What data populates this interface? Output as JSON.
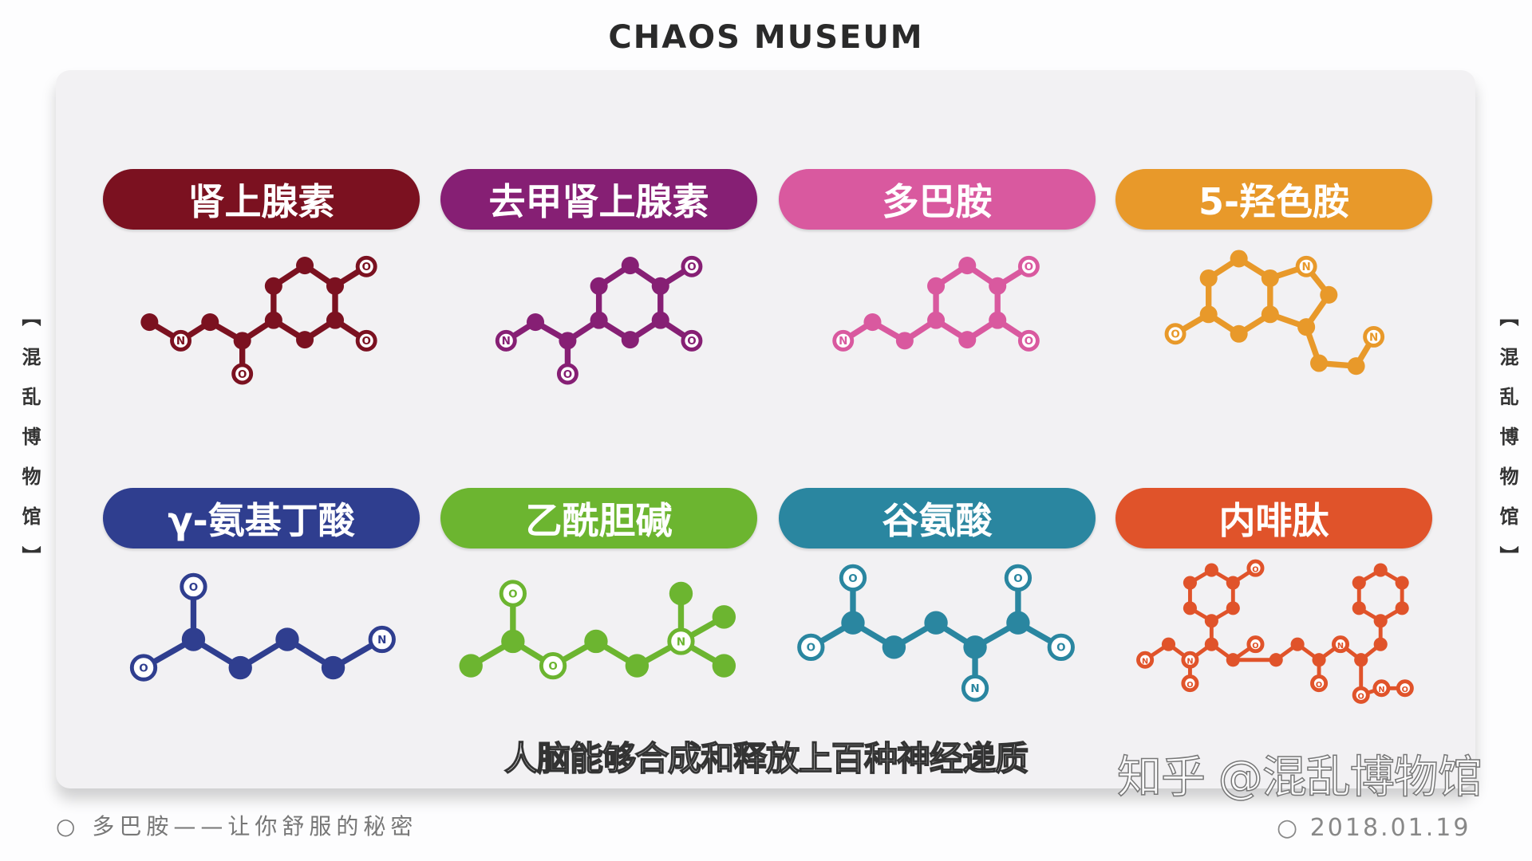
{
  "header": {
    "title": "CHAOS MUSEUM"
  },
  "side_label": {
    "left": "【混乱博物馆】",
    "right": "【混乱博物馆】"
  },
  "neurotransmitters": [
    {
      "label": "肾上腺素",
      "color": "#7b1120"
    },
    {
      "label": "去甲肾上腺素",
      "color": "#861f74"
    },
    {
      "label": "多巴胺",
      "color": "#d9599f"
    },
    {
      "label": "5-羟色胺",
      "color": "#e8992a"
    },
    {
      "label": "γ-氨基丁酸",
      "color": "#2f3e8f"
    },
    {
      "label": "乙酰胆碱",
      "color": "#6cb530"
    },
    {
      "label": "谷氨酸",
      "color": "#2a86a0"
    },
    {
      "label": "内啡肽",
      "color": "#e0532a"
    }
  ],
  "subtitle": "人脑能够合成和释放上百种神经递质",
  "footer": {
    "left": "○ 多巴胺——让你舒服的秘密",
    "date": "○ 2018.01.19"
  },
  "watermark": "知乎 @混乱博物馆"
}
